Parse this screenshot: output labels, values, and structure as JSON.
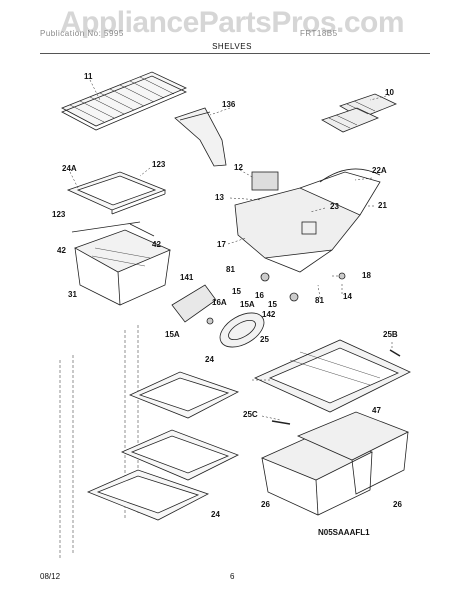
{
  "watermark": "AppliancePartsPros.com",
  "header": {
    "left": "Publication No: 5995",
    "right": "FRT18B5",
    "section": "SHELVES"
  },
  "parts": {
    "p11": "11",
    "p136": "136",
    "p10": "10",
    "p24A": "24A",
    "p123a": "123",
    "p123b": "123",
    "p42a": "42",
    "p42b": "42",
    "p31": "31",
    "p12": "12",
    "p13": "13",
    "p22A": "22A",
    "p23": "23",
    "p21": "21",
    "p17": "17",
    "p81a": "81",
    "p81b": "81",
    "p18": "18",
    "p14": "14",
    "p141": "141",
    "p15a": "15",
    "p16": "16",
    "p15A": "15A",
    "p15b": "15",
    "p16A": "16A",
    "p142": "142",
    "p15Ab": "15A",
    "p24a": "24",
    "p25": "25",
    "p25B": "25B",
    "p47": "47",
    "p25C": "25C",
    "p24b": "24",
    "p26a": "26",
    "p26b": "26"
  },
  "diagram_code": "N05SAAAFL1",
  "footer": {
    "date": "08/12",
    "page": "6"
  }
}
